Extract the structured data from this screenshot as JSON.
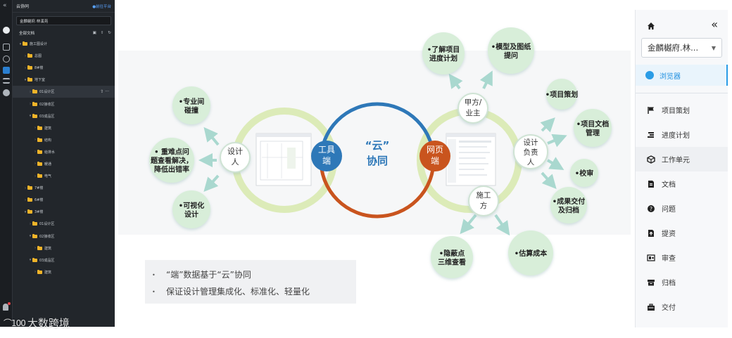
{
  "left_app": {
    "title": "云协同",
    "switch_link": "●前往平台",
    "project_name": "金麟樾府.林溪苑",
    "section_title": "全部文档",
    "tree": [
      {
        "label": "施工图设计",
        "depth": 0,
        "caret": "▾"
      },
      {
        "label": "总图",
        "depth": 1,
        "caret": "›"
      },
      {
        "label": "8#楼",
        "depth": 1,
        "caret": "›"
      },
      {
        "label": "地下室",
        "depth": 1,
        "caret": "▾"
      },
      {
        "label": "01设计区",
        "depth": 2,
        "caret": "›",
        "selected": true
      },
      {
        "label": "02接收区",
        "depth": 2,
        "caret": "›"
      },
      {
        "label": "03成品区",
        "depth": 2,
        "caret": "▾"
      },
      {
        "label": "建筑",
        "depth": 3,
        "caret": "›"
      },
      {
        "label": "结构",
        "depth": 3,
        "caret": "›"
      },
      {
        "label": "给排水",
        "depth": 3,
        "caret": "›"
      },
      {
        "label": "暖通",
        "depth": 3,
        "caret": "›"
      },
      {
        "label": "电气",
        "depth": 3,
        "caret": "›"
      },
      {
        "label": "7#楼",
        "depth": 1,
        "caret": "›"
      },
      {
        "label": "6#楼",
        "depth": 1,
        "caret": "›"
      },
      {
        "label": "3#楼",
        "depth": 1,
        "caret": "▾"
      },
      {
        "label": "01设计区",
        "depth": 2,
        "caret": "›"
      },
      {
        "label": "02接收区",
        "depth": 2,
        "caret": "▾"
      },
      {
        "label": "建筑",
        "depth": 3,
        "caret": "›"
      },
      {
        "label": "03成品区",
        "depth": 2,
        "caret": "▾"
      },
      {
        "label": "建筑",
        "depth": 3,
        "caret": "›"
      }
    ],
    "watermark": "大数跨境",
    "watermark_logo": "⌒100"
  },
  "diagram": {
    "center_label_line1": "“云”",
    "center_label_line2": "协同",
    "left_hub_line1": "工具",
    "left_hub_line2": "端",
    "right_hub_line1": "网页",
    "right_hub_line2": "端",
    "designer_line1": "设计",
    "designer_line2": "人",
    "owner_line1": "甲方/",
    "owner_line2": "业主",
    "design_lead_line1": "设计",
    "design_lead_line2": "负责",
    "design_lead_line3": "人",
    "builder_line1": "施工",
    "builder_line2": "方",
    "left_nodes": [
      {
        "lines": [
          "•专业间",
          "碰撞"
        ]
      },
      {
        "lines": [
          "•  重难点问",
          "题查看解决，",
          "降低出错率"
        ]
      },
      {
        "lines": [
          "•可视化",
          "设计"
        ]
      }
    ],
    "owner_nodes": [
      {
        "lines": [
          "•了解项目",
          "进度计划"
        ]
      },
      {
        "lines": [
          "•模型及图纸",
          "提问"
        ]
      }
    ],
    "lead_nodes": [
      {
        "lines": [
          "•项目策划"
        ]
      },
      {
        "lines": [
          "•项目文档",
          "管理"
        ]
      },
      {
        "lines": [
          "•校审"
        ]
      },
      {
        "lines": [
          "•成果交付",
          "及归档"
        ]
      }
    ],
    "builder_nodes": [
      {
        "lines": [
          "•隐蔽点",
          "三维查看"
        ]
      },
      {
        "lines": [
          "•估算成本"
        ]
      }
    ],
    "bullets": [
      "“端”数据基于“云”协同",
      "保证设计管理集成化、标准化、轻量化"
    ],
    "colors": {
      "blue": "#2e78b8",
      "orange": "#c9541e",
      "ring": "#d8e6b4",
      "bubble": "#d6ecd6",
      "arrow": "#a9d8cf"
    }
  },
  "right_panel": {
    "collapse_icon": "«",
    "project_select": "金麟樾府.林...",
    "browser_label": "浏览器",
    "items": [
      {
        "label": "项目策划",
        "icon": "flag-icon"
      },
      {
        "label": "进度计划",
        "icon": "schedule-icon"
      },
      {
        "label": "工作单元",
        "icon": "cube-icon",
        "active": true
      },
      {
        "label": "文档",
        "icon": "document-icon"
      },
      {
        "label": "问题",
        "icon": "question-icon"
      },
      {
        "label": "提资",
        "icon": "submit-icon"
      },
      {
        "label": "审查",
        "icon": "review-icon"
      },
      {
        "label": "归档",
        "icon": "archive-icon"
      },
      {
        "label": "交付",
        "icon": "delivery-icon"
      }
    ]
  }
}
